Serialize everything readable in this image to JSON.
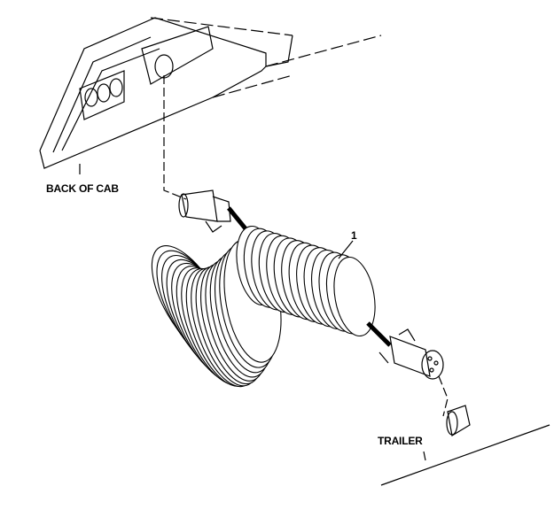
{
  "labels": {
    "back_of_cab": "BACK OF CAB",
    "callout_1": "1",
    "trailer": "TRAILER"
  },
  "colors": {
    "ink": "#000000",
    "background": "#ffffff"
  }
}
